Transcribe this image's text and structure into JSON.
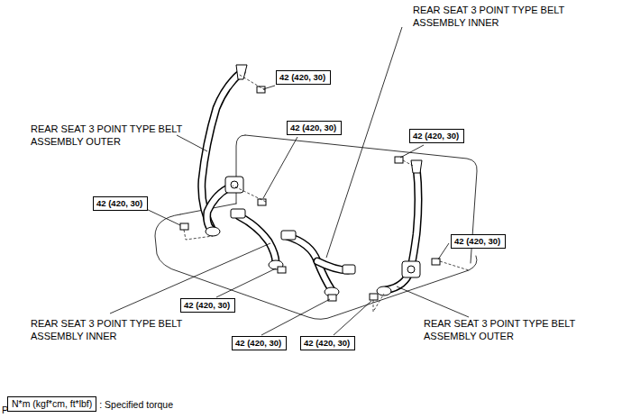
{
  "diagram": {
    "nodes": [
      {
        "text": [
          "42 (420, 30)"
        ]
      },
      {
        "text": [
          "42 (420, 30)"
        ]
      },
      {
        "text": [
          "42 (420, 30)"
        ]
      },
      {
        "text": [
          "42 (420, 30)"
        ]
      },
      {
        "text": [
          "42 (420, 30)"
        ]
      },
      {
        "text": [
          "42 (420, 30)"
        ]
      },
      {
        "text": [
          "42 (420, 30)"
        ]
      },
      {
        "text": [
          "42 (420, 30)"
        ]
      },
      {
        "text": [
          "N*m (kgf*cm, ft*lbf)",
          ": Specified torque"
        ]
      }
    ],
    "edges": [],
    "labels": [
      "REAR SEAT 3 POINT TYPE BELT ASSEMBLY INNER",
      "REAR SEAT 3 POINT TYPE BELT ASSEMBLY OUTER",
      "REAR SEAT 3 POINT TYPE BELT ASSEMBLY INNER",
      "REAR SEAT 3 POINT TYPE BELT ASSEMBLY OUTER",
      "P"
    ]
  }
}
